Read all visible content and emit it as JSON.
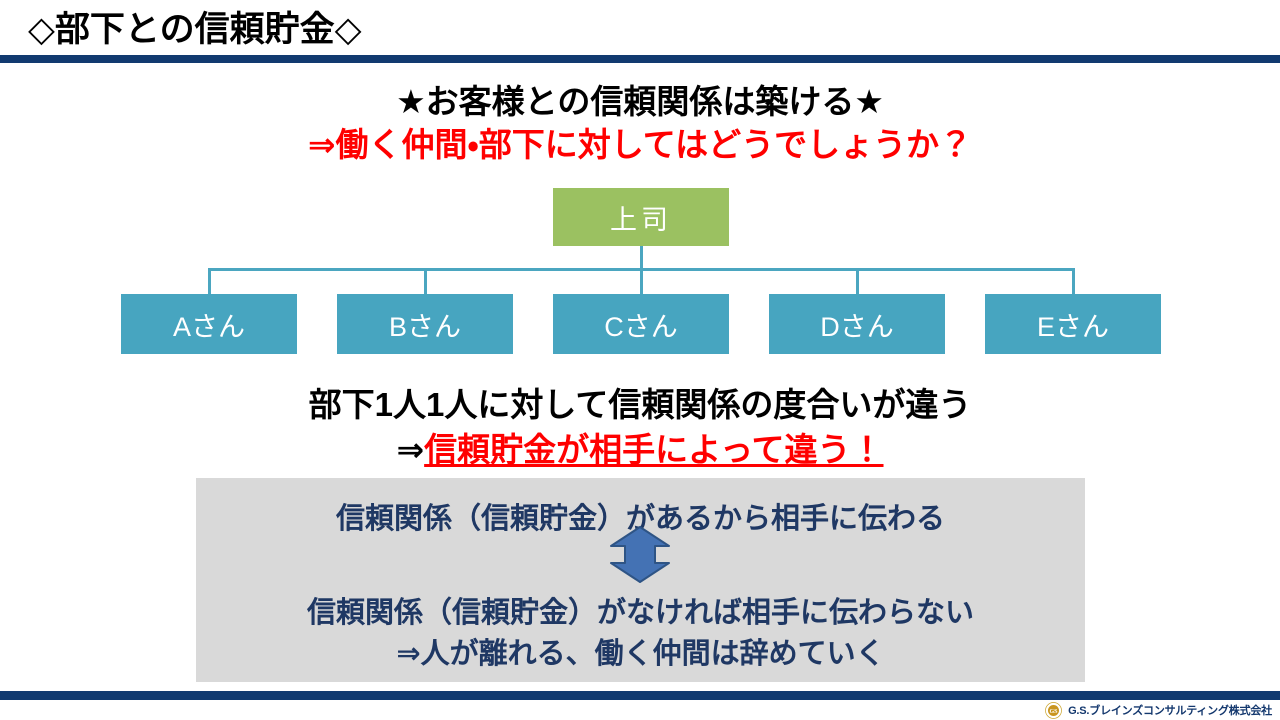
{
  "slide": {
    "title": "◇部下との信頼貯金◇",
    "accent_navy": "#113A70",
    "accent_green": "#9BC161",
    "accent_blue": "#47A5C0",
    "accent_red": "#FF0000",
    "panel_gray": "#D9D9D9",
    "panel_text_navy": "#1F3864"
  },
  "headline": {
    "line1": "★お客様との信頼関係は築ける★",
    "line2": "⇒働く仲間・部下に対してはどうでしょうか？"
  },
  "org_chart": {
    "boss": {
      "label": "上司"
    },
    "subordinates": [
      {
        "label": "Aさん"
      },
      {
        "label": "Bさん"
      },
      {
        "label": "Cさん"
      },
      {
        "label": "Dさん"
      },
      {
        "label": "Eさん"
      }
    ]
  },
  "mid_statement": {
    "line1": "部下1人1人に対して信頼関係の度合いが違う",
    "line2_prefix": "⇒",
    "line2_highlight": "信頼貯金が相手によって違う！"
  },
  "gray_panel": {
    "top_line": "信頼関係（信頼貯金）があるから相手に伝わる",
    "arrow_icon": "up-down-arrow-icon",
    "bottom_line_1": "信頼関係（信頼貯金）がなければ相手に伝わらない",
    "bottom_line_2": "⇒人が離れる、働く仲間は辞めていく"
  },
  "footer": {
    "brand_mark": "gs-seal-logo-icon",
    "brand_text": "G.S.ブレインズコンサルティング株式会社"
  }
}
